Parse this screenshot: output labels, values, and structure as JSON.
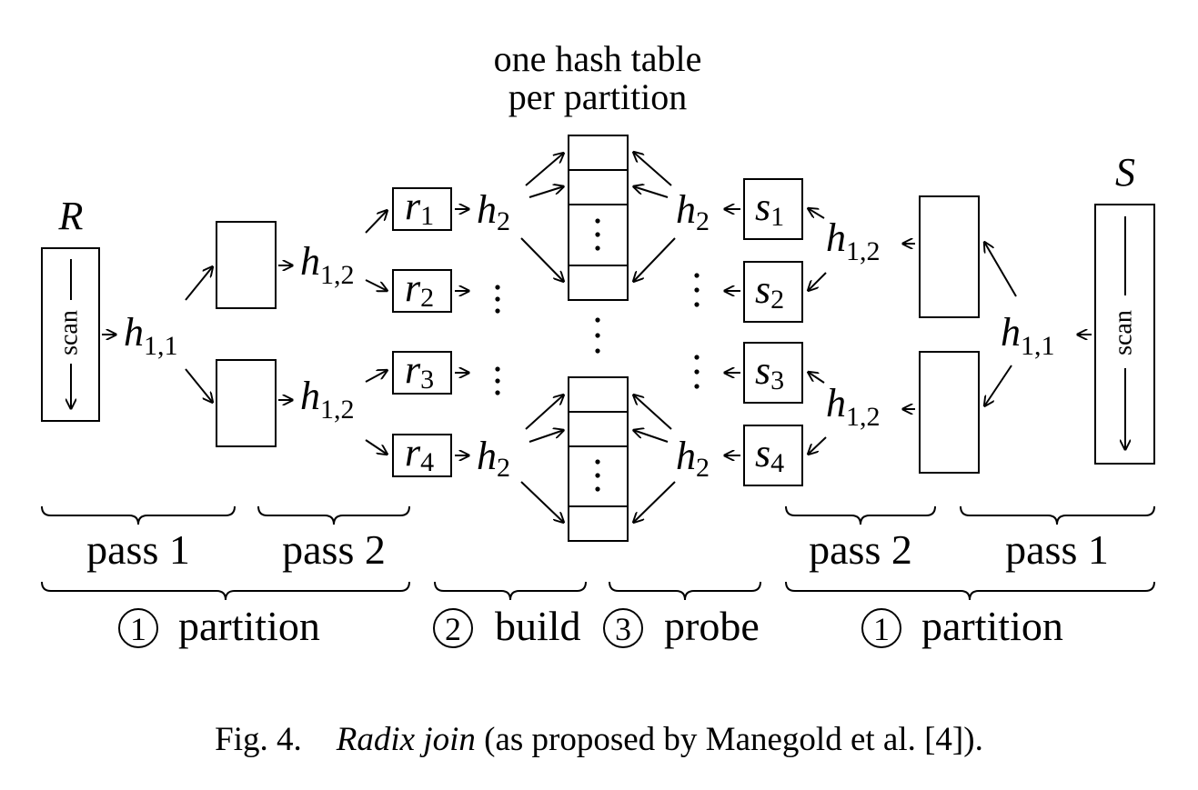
{
  "diagram": {
    "title_line1": "one hash table",
    "title_line2": "per partition",
    "relation_r": "R",
    "relation_s": "S",
    "scan_label": "scan",
    "hash_h11": {
      "base": "h",
      "sub": "1,1"
    },
    "hash_h12": {
      "base": "h",
      "sub": "1,2"
    },
    "hash_h2": {
      "base": "h",
      "sub": "2"
    },
    "r_partitions": [
      {
        "base": "r",
        "sub": "1"
      },
      {
        "base": "r",
        "sub": "2"
      },
      {
        "base": "r",
        "sub": "3"
      },
      {
        "base": "r",
        "sub": "4"
      }
    ],
    "s_partitions": [
      {
        "base": "s",
        "sub": "1"
      },
      {
        "base": "s",
        "sub": "2"
      },
      {
        "base": "s",
        "sub": "3"
      },
      {
        "base": "s",
        "sub": "4"
      }
    ],
    "pass1": "pass 1",
    "pass2": "pass 2",
    "phase_partition_num": "1",
    "phase_partition": "partition",
    "phase_build_num": "2",
    "phase_build": "build",
    "phase_probe_num": "3",
    "phase_probe": "probe"
  },
  "caption": {
    "label": "Fig. 4.",
    "title": "Radix join",
    "rest": "(as proposed by Manegold et al. [4])."
  }
}
